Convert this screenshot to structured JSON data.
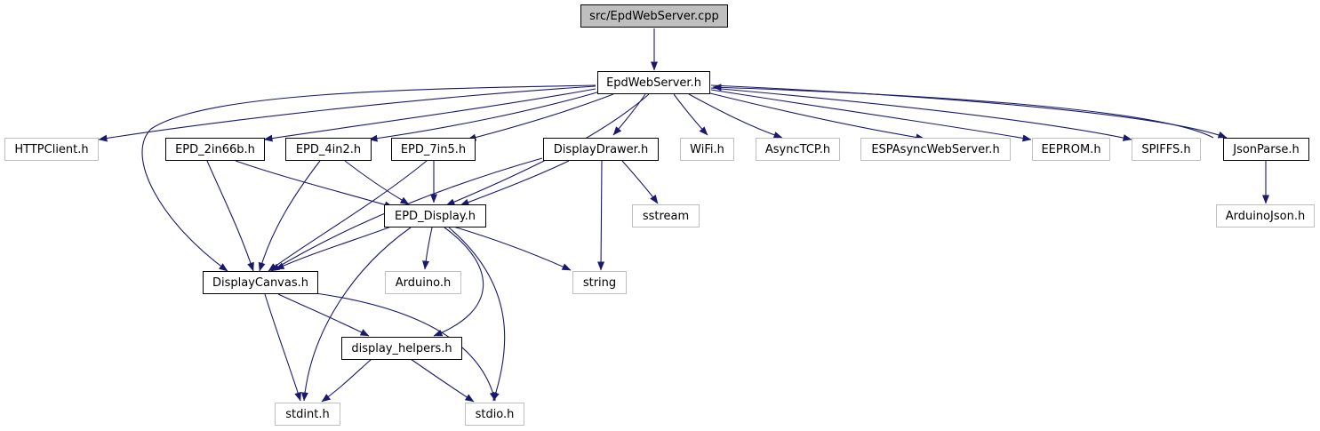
{
  "colors": {
    "edge": "#191970",
    "node_border": "#000000",
    "external_border": "#bfbfbf",
    "root_fill": "#bfbfbf"
  },
  "nodes": {
    "root": "src/EpdWebServer.cpp",
    "epdwebserver_h": "EpdWebServer.h",
    "httpclient_h": "HTTPClient.h",
    "epd_2in66b_h": "EPD_2in66b.h",
    "epd_4in2_h": "EPD_4in2.h",
    "epd_7in5_h": "EPD_7in5.h",
    "displaydrawer_h": "DisplayDrawer.h",
    "wifi_h": "WiFi.h",
    "asynctcp_h": "AsyncTCP.h",
    "espasyncwebserver_h": "ESPAsyncWebServer.h",
    "eeprom_h": "EEPROM.h",
    "spiffs_h": "SPIFFS.h",
    "jsonparse_h": "JsonParse.h",
    "epd_display_h": "EPD_Display.h",
    "sstream": "sstream",
    "arduinojson_h": "ArduinoJson.h",
    "displaycanvas_h": "DisplayCanvas.h",
    "arduino_h": "Arduino.h",
    "string": "string",
    "display_helpers_h": "display_helpers.h",
    "stdint_h": "stdint.h",
    "stdio_h": "stdio.h"
  }
}
